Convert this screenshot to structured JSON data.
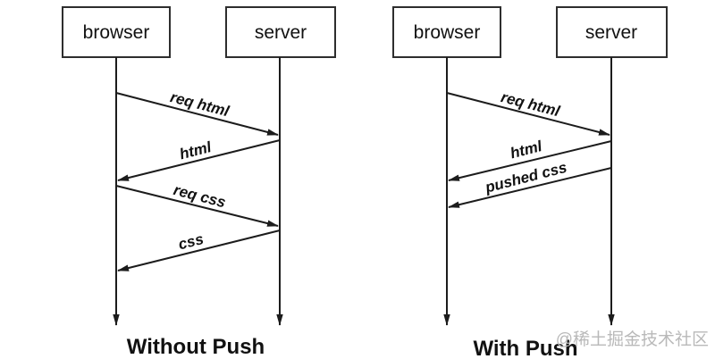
{
  "colors": {
    "ink": "#1c1c1c",
    "box_border": "#2e2e2e",
    "watermark": "#b9b9b9",
    "background": "#ffffff"
  },
  "diagrams": [
    {
      "title": "Without Push",
      "actors": [
        {
          "label": "browser"
        },
        {
          "label": "server"
        }
      ],
      "messages": [
        {
          "label": "req html",
          "from": "browser",
          "to": "server"
        },
        {
          "label": "html",
          "from": "server",
          "to": "browser"
        },
        {
          "label": "req css",
          "from": "browser",
          "to": "server"
        },
        {
          "label": "css",
          "from": "server",
          "to": "browser"
        }
      ]
    },
    {
      "title": "With Push",
      "actors": [
        {
          "label": "browser"
        },
        {
          "label": "server"
        }
      ],
      "messages": [
        {
          "label": "req html",
          "from": "browser",
          "to": "server"
        },
        {
          "label": "html",
          "from": "server",
          "to": "browser"
        },
        {
          "label": "pushed css",
          "from": "server",
          "to": "browser"
        }
      ]
    }
  ],
  "watermark": {
    "text": "@稀土掘金技术社区"
  }
}
